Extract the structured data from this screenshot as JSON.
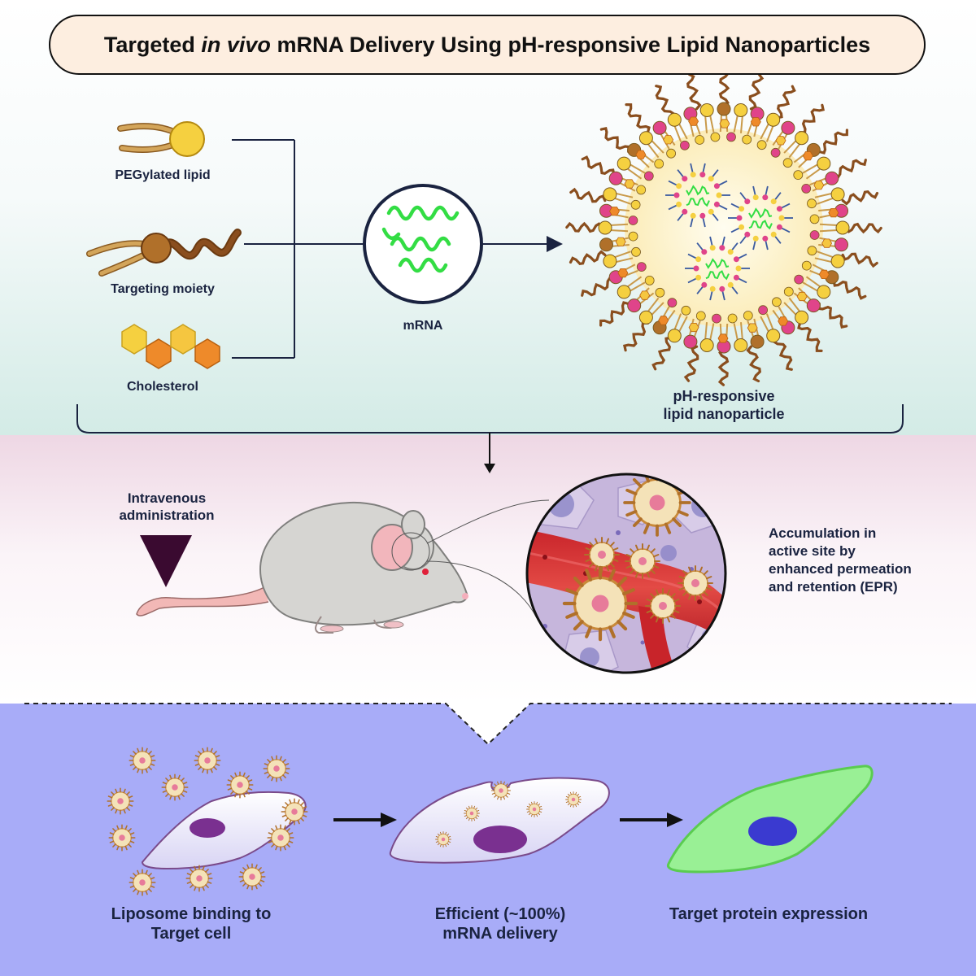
{
  "title": {
    "part1": "Targeted ",
    "italic": "in vivo",
    "part2": " mRNA Delivery Using pH-responsive Lipid Nanoparticles"
  },
  "components": {
    "pegylated_lipid": "PEGylated lipid",
    "targeting_moiety": "Targeting moiety",
    "cholesterol": "Cholesterol",
    "mrna": "mRNA",
    "nanoparticle_line1": "pH-responsive",
    "nanoparticle_line2": "lipid nanoparticle"
  },
  "administration": {
    "line1": "Intravenous",
    "line2": "administration"
  },
  "accumulation": {
    "line1": "Accumulation in",
    "line2": "active site by",
    "line3": "enhanced permeation",
    "line4": "and retention (EPR)"
  },
  "steps": {
    "binding_line1": "Liposome binding to",
    "binding_line2": "Target cell",
    "delivery_line1": "Efficient (~100%)",
    "delivery_line2": "mRNA delivery",
    "expression": "Target protein expression"
  },
  "colors": {
    "navy": "#1a2340",
    "lipid_head_yellow": "#f5d040",
    "lipid_tail_tan": "#c99a4a",
    "moiety_brown": "#b0702a",
    "cholesterol_orange": "#ee8a2a",
    "cholesterol_yellow": "#f5c640",
    "mrna_green": "#33dd44",
    "pink_lipid": "#e0448a",
    "vessel_red": "#d83035",
    "bottom_bg": "#a8acf8",
    "cell_green": "#99f095",
    "nucleus_purple": "#7a3090",
    "nucleus_blue": "#3a3ad0"
  }
}
